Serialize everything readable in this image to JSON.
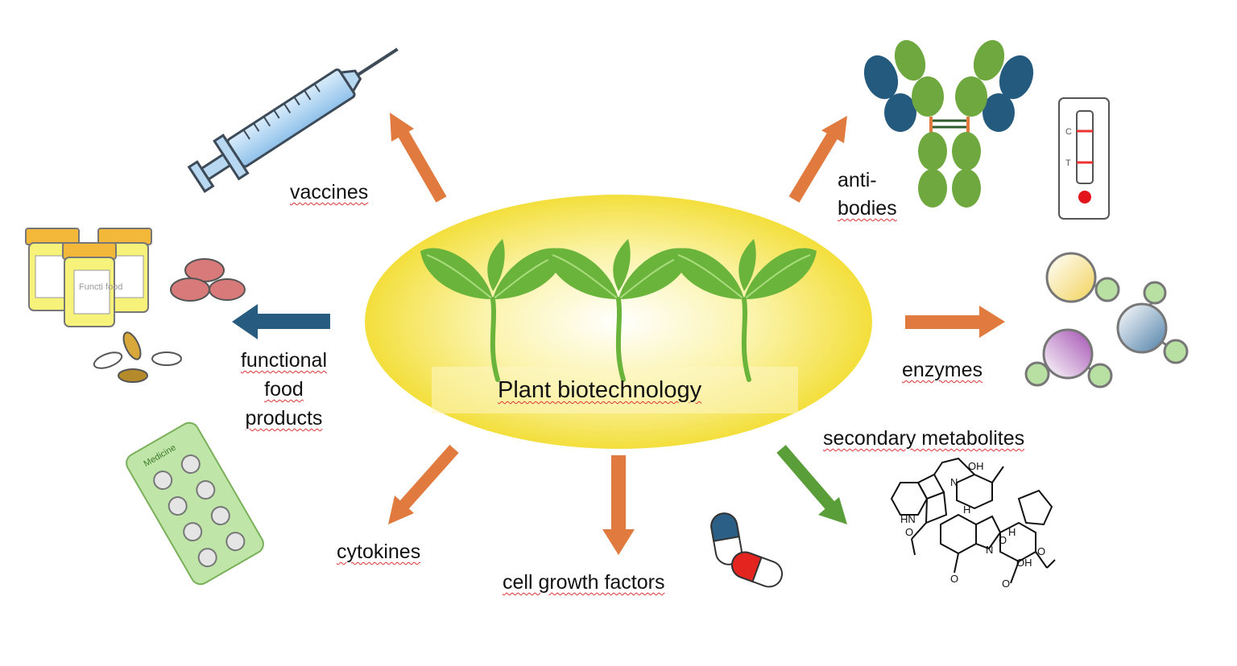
{
  "center": {
    "title": "Plant biotechnology"
  },
  "labels": {
    "vaccines": "vaccines",
    "antibodies_line1": "anti-",
    "antibodies_line2": "bodies",
    "functional_line1": "functional",
    "functional_line2": "food",
    "functional_line3": "products",
    "enzymes": "enzymes",
    "secondary_metabolites": "secondary metabolites",
    "cytokines": "cytokines",
    "cell_growth_factors": "cell growth factors"
  },
  "icons": {
    "bottles_label": "Functi food",
    "blister_label": "Medicine",
    "test_strip_c": "C",
    "test_strip_t": "T",
    "molecule_atoms": [
      "OH",
      "N",
      "H",
      "HN",
      "O",
      "N",
      "H",
      "OH",
      "O",
      "O",
      "O",
      "O"
    ]
  },
  "colors": {
    "arrow_orange": "#e07a3e",
    "arrow_blue": "#275b7f",
    "arrow_green": "#5a9e3a",
    "ellipse_yellow": "#f6e24a",
    "leaf_green": "#6ab43c"
  }
}
